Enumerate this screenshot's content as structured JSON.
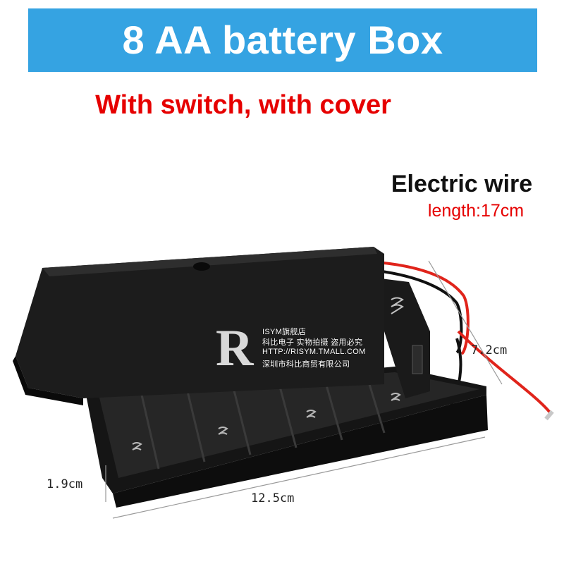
{
  "banner": {
    "title": "8 AA battery Box",
    "color": "#35a3e2"
  },
  "subtitle": "With switch, with cover",
  "wire": {
    "label": "Electric wire",
    "length": "length:17cm"
  },
  "dimensions": {
    "width": "7.2cm",
    "height": "1.9cm",
    "length": "12.5cm"
  },
  "watermark": {
    "logo_letter": "R",
    "line1": "ISYM旗舰店",
    "line2": "科比电子 实物拍摄 盗用必究",
    "line3": "HTTP://RISYM.TMALL.COM",
    "line4": "深圳市科比商贸有限公司"
  },
  "colors": {
    "text_red": "#e60000",
    "box_black": "#1c1c1c",
    "wire_red": "#e0241b"
  }
}
